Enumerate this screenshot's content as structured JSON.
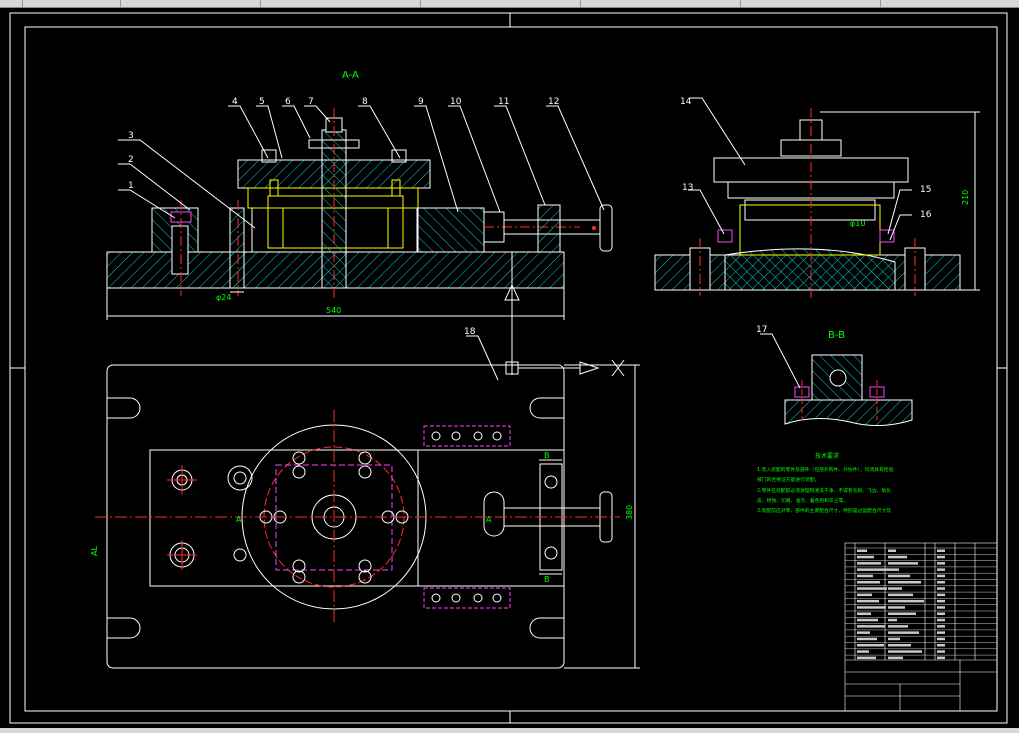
{
  "views": {
    "section_aa": "A-A",
    "section_bb": "B-B"
  },
  "dimensions": {
    "d_24": "φ24",
    "d_10": "φ10",
    "len_540": "540",
    "h_210": "210",
    "h_380": "380"
  },
  "part_numbers": [
    "1",
    "2",
    "3",
    "4",
    "5",
    "6",
    "7",
    "8",
    "9",
    "10",
    "11",
    "12",
    "13",
    "14",
    "15",
    "16",
    "17",
    "18"
  ],
  "view_marks": {
    "a_left": "A",
    "a_right": "A",
    "a_side": "AL",
    "b_top": "B",
    "b_bottom": "B"
  },
  "tech_requirements": {
    "title": "技术要求",
    "lines": [
      "1.装入装配的零件及部件（包括外购件、外协件），均须具有检验",
      "部门的合格证方能进行装配。",
      "2.零件在装配前必须清理和清洗干净，不得有毛刺、飞边、氧化",
      "皮、锈蚀、切屑、油污、着色剂和灰尘等。",
      "3.装配前应对零、部件的主要配合尺寸，特别是过盈配合尺寸及"
    ]
  },
  "colors": {
    "line": "#ffffff",
    "hatch": "#00e5e5",
    "center": "#ff2a2a",
    "dim": "#00ff00",
    "yellow": "#ffff00",
    "magenta": "#ff40ff",
    "leader": "#ffffff"
  }
}
